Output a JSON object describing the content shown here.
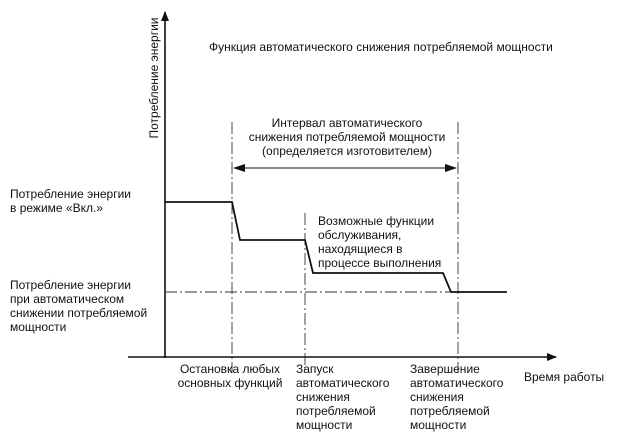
{
  "title": "Функция автоматического снижения потребляемой мощности",
  "y_axis_label": "Потребление энергии",
  "x_axis_label": "Время работы",
  "interval_label": [
    "Интервал автоматического",
    "снижения потребляемой мощности",
    "(определяется изготовителем)"
  ],
  "level_on_label": [
    "Потребление энергии",
    "в режиме «Вкл.»"
  ],
  "level_low_label": [
    "Потребление энергии",
    "при автоматическом",
    "снижении потребляемой",
    "мощности"
  ],
  "maintenance_label": [
    "Возможные функции",
    "обслуживания,",
    "находящиеся в",
    "процессе выполнения"
  ],
  "event_labels": [
    [
      "Остановка любых",
      "основных функций"
    ],
    [
      "Запуск",
      "автоматического",
      "снижения",
      "потребляемой",
      "мощности"
    ],
    [
      "Завершение",
      "автоматического",
      "снижения",
      "потребляемой",
      "мощности"
    ]
  ],
  "colors": {
    "line": "#111111",
    "background": "#ffffff"
  }
}
